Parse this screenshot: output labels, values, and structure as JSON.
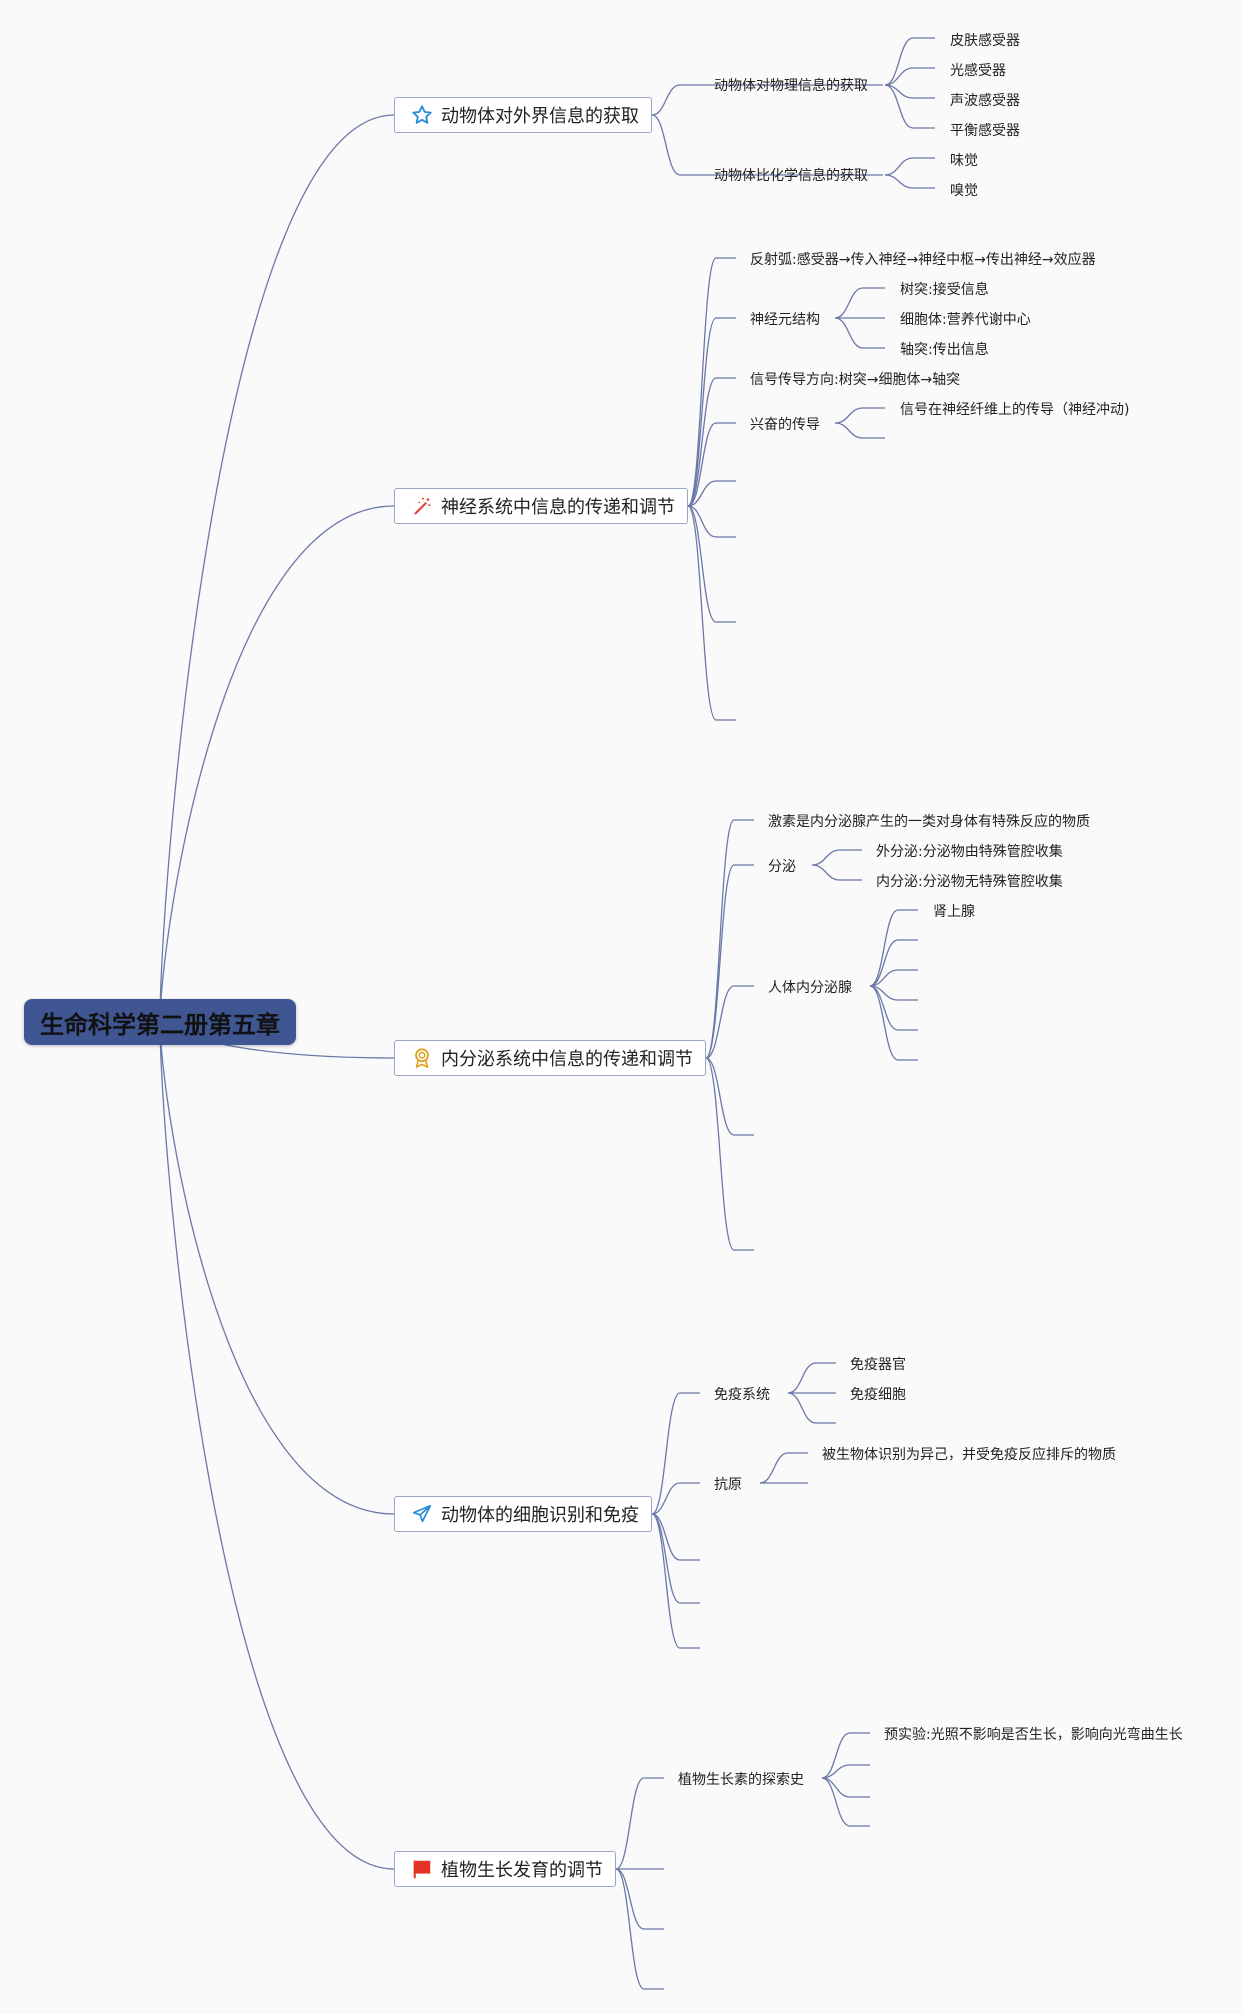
{
  "root": {
    "label": "生命科学第二册第五章"
  },
  "branches": [
    {
      "label": "动物体对外界信息的获取",
      "icon": "star-icon",
      "children": [
        {
          "label": "动物体对物理信息的获取",
          "children": [
            "皮肤感受器",
            "光感受器",
            "声波感受器",
            "平衡感受器"
          ]
        },
        {
          "label": "动物体比化学信息的获取",
          "children": [
            "味觉",
            "嗅觉"
          ]
        }
      ]
    },
    {
      "label": "神经系统中信息的传递和调节",
      "icon": "magic-wand-icon",
      "children": [
        {
          "label": "反射弧:感受器→传入神经→神经中枢→传出神经→效应器"
        },
        {
          "label": "神经元结构",
          "children": [
            "树突:接受信息",
            "细胞体:营养代谢中心",
            "轴突:传出信息"
          ]
        },
        {
          "label": "信号传导方向:树突→细胞体→轴突"
        },
        {
          "label": "兴奋的传导",
          "children": [
            "信号在神经纤维上的传导（神经冲动)",
            ""
          ]
        }
      ]
    },
    {
      "label": "内分泌系统中信息的传递和调节",
      "icon": "medal-icon",
      "children": [
        {
          "label": "激素是内分泌腺产生的一类对身体有特殊反应的物质"
        },
        {
          "label": "分泌",
          "children": [
            "外分泌:分泌物由特殊管腔收集",
            "内分泌:分泌物无特殊管腔收集"
          ]
        },
        {
          "label": "人体内分泌腺",
          "children": [
            "肾上腺"
          ]
        }
      ]
    },
    {
      "label": "动物体的细胞识别和免疫",
      "icon": "paper-plane-icon",
      "children": [
        {
          "label": "免疫系统",
          "children": [
            "免疫器官",
            "免疫细胞"
          ]
        },
        {
          "label": "抗原",
          "children": [
            "被生物体识别为异己，并受免疫反应排斥的物质"
          ]
        }
      ]
    },
    {
      "label": "植物生长发育的调节",
      "icon": "red-flag-icon",
      "children": [
        {
          "label": "植物生长素的探索史",
          "children": [
            "预实验:光照不影响是否生长，影响向光弯曲生长"
          ]
        }
      ]
    }
  ],
  "colors": {
    "root_fill": "#3f5693",
    "line": "#6a78a8",
    "node_border": "#9aa6c9"
  }
}
